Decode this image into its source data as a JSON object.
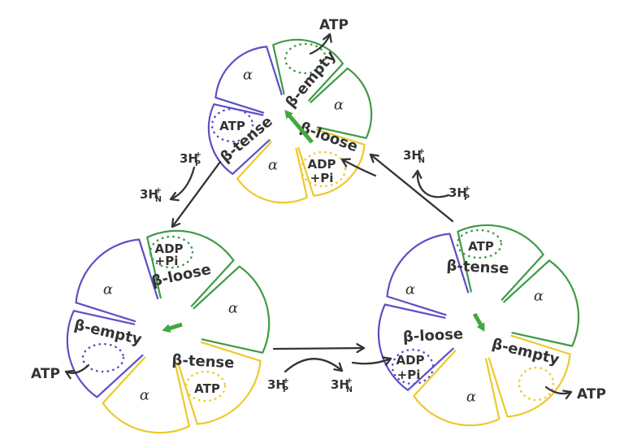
{
  "colors": {
    "ink": "#333333",
    "green": "#3e9b47",
    "yellow": "#edc92b",
    "blue": "#5b50c5",
    "gamma_green": "#41a83e"
  },
  "alpha_label": "α",
  "rosettes": [
    {
      "position": "top",
      "sites": {
        "green": {
          "state": "β-empty",
          "content1": "",
          "content2": ""
        },
        "yellow": {
          "state": "β-loose",
          "content1": "ADP",
          "content2": "+Pi"
        },
        "blue": {
          "state": "β-tense",
          "content1": "ATP",
          "content2": ""
        }
      }
    },
    {
      "position": "bottom-left",
      "sites": {
        "green": {
          "state": "β-loose",
          "content1": "ADP",
          "content2": "+Pi"
        },
        "yellow": {
          "state": "β-tense",
          "content1": "ATP",
          "content2": ""
        },
        "blue": {
          "state": "β-empty",
          "content1": "",
          "content2": ""
        }
      }
    },
    {
      "position": "bottom-right",
      "sites": {
        "green": {
          "state": "β-tense",
          "content1": "ATP",
          "content2": ""
        },
        "yellow": {
          "state": "β-empty",
          "content1": "",
          "content2": ""
        },
        "blue": {
          "state": "β-loose",
          "content1": "ADP",
          "content2": "+Pi"
        }
      }
    }
  ],
  "atp_release": {
    "top": "ATP",
    "left": "ATP",
    "right": "ATP"
  },
  "protons": {
    "left_in": {
      "base": "3H",
      "sup": "+",
      "sub": "P"
    },
    "left_out": {
      "base": "3H",
      "sup": "+",
      "sub": "N"
    },
    "right_out": {
      "base": "3H",
      "sup": "+",
      "sub": "N"
    },
    "right_in": {
      "base": "3H",
      "sup": "+",
      "sub": "P"
    },
    "bottom_in": {
      "base": "3H",
      "sup": "+",
      "sub": "P"
    },
    "bottom_out": {
      "base": "3H",
      "sup": "+",
      "sub": "N"
    }
  }
}
